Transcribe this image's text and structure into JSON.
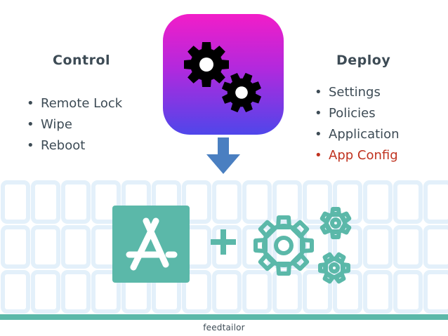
{
  "control": {
    "heading": "Control",
    "items": [
      "Remote Lock",
      "Wipe",
      "Reboot"
    ]
  },
  "deploy": {
    "heading": "Deploy",
    "items": [
      "Settings",
      "Policies",
      "Application",
      "App Config"
    ],
    "highlighted_item": "App Config"
  },
  "bullet_glyph": "•",
  "plus_sign": "+",
  "footer": {
    "brand": "feedtailor"
  },
  "icons": {
    "center_tile": "gears-icon",
    "arrow": "arrow-down-icon",
    "app": "app-store-icon",
    "config": "gears-outline-icon",
    "background": "smartphone-icon"
  },
  "colors": {
    "text": "#3d4b55",
    "highlight": "#c0321f",
    "teal": "#5bb8a9",
    "arrow": "#4a7fc1",
    "tile_gradient_top": "#f21dc8",
    "tile_gradient_bottom": "#4f46ea",
    "phone_watermark": "#e3f0fa"
  }
}
